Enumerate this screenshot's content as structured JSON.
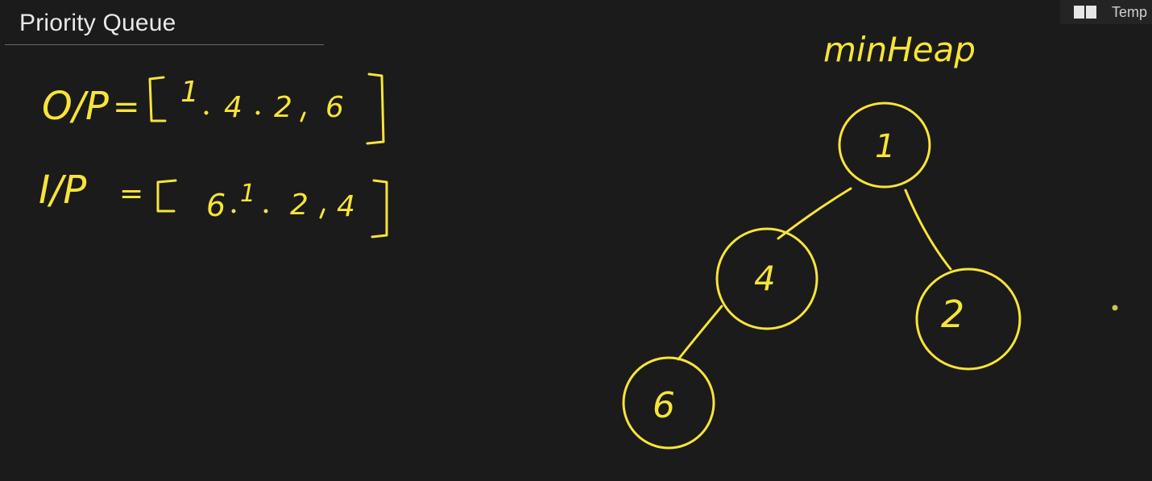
{
  "header": {
    "title": "Priority Queue"
  },
  "toolbar": {
    "template_label": "Temp",
    "template_icon": "book-open-icon"
  },
  "board": {
    "ink_color": "#f7e43a",
    "background_color": "#1b1b1b",
    "output_line": {
      "label": "O/P",
      "equals": "=",
      "values": [
        "1",
        "4",
        "2",
        "6"
      ]
    },
    "input_line": {
      "label": "I/P",
      "equals": "=",
      "values": [
        "6",
        "1",
        "2",
        "4"
      ]
    },
    "heap_title": "minHeap",
    "heap_nodes": {
      "root": "1",
      "left": "4",
      "right": "2",
      "left_left": "6"
    }
  }
}
